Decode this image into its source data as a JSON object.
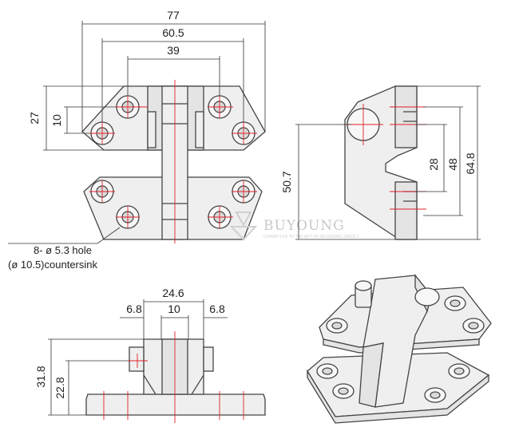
{
  "front_view": {
    "dim_overall_width": "77",
    "dim_hole_span_outer": "60.5",
    "dim_hole_span_inner": "39",
    "dim_height_27": "27",
    "dim_height_10": "10"
  },
  "side_view": {
    "dim_50_7": "50.7",
    "dim_28": "28",
    "dim_48": "48",
    "dim_64_8": "64.8"
  },
  "hole_note": {
    "line1": "8- ø 5.3 hole",
    "line2": "(ø 10.5)countersink"
  },
  "bottom_view": {
    "dim_24_6": "24.6",
    "dim_6_8_left": "6.8",
    "dim_10": "10",
    "dim_6_8_right": "6.8",
    "dim_31_8": "31.8",
    "dim_22_8": "22.8"
  },
  "watermark": {
    "brand": "BUYOUNG",
    "tagline": "COMMITTED TO THE ART OF DESIGNING SINCE 1..."
  },
  "colors": {
    "outline": "#444444",
    "center_line": "#e0202a",
    "fill": "#efefef"
  }
}
